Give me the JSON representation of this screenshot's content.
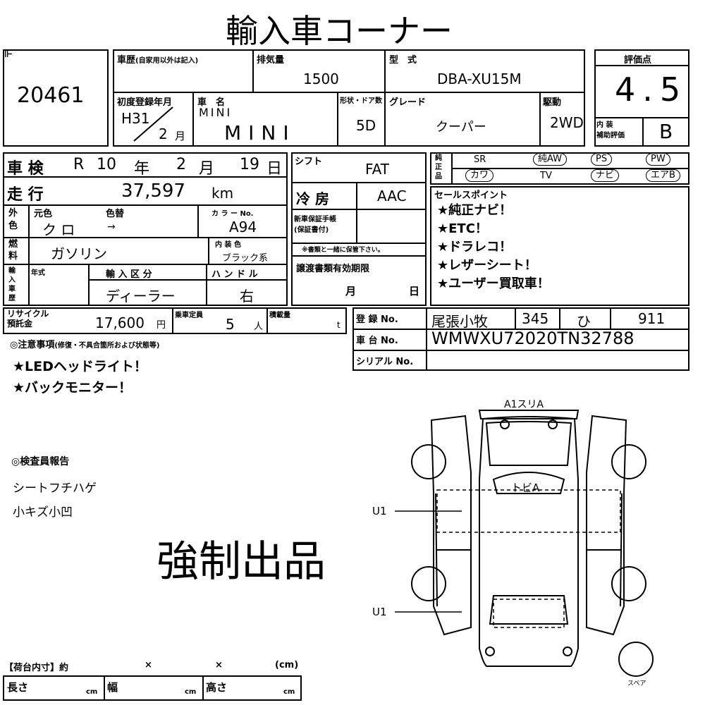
{
  "title": "輸入車コーナー",
  "lot": {
    "number": "20461"
  },
  "score": {
    "label": "評価点",
    "value": "4.5",
    "interior_label": "内 装\n補助評価",
    "interior_value": "B"
  },
  "history": {
    "label": "車歴",
    "note": "(自家用以外は記入)"
  },
  "displacement": {
    "label": "排気量",
    "value": "1500"
  },
  "model": {
    "label": "型　式",
    "value": "DBA-XU15M"
  },
  "first_reg": {
    "label": "初度登録年月",
    "year": "H31",
    "month_unit": "月",
    "month": "2"
  },
  "car_name": {
    "label": "車　名",
    "maker": "MINI",
    "name": "MINI"
  },
  "doors": {
    "label": "形状・ドア数",
    "value": "5D"
  },
  "grade": {
    "label": "グレード",
    "value": "クーパー"
  },
  "drive": {
    "label": "駆動",
    "value": "2WD"
  },
  "inspection": {
    "label": "車 検",
    "era": "R",
    "year": "10",
    "year_unit": "年",
    "month": "2",
    "month_unit": "月",
    "day": "19",
    "day_unit": "日"
  },
  "shift": {
    "label": "シフト",
    "value": "FAT"
  },
  "mileage": {
    "label": "走 行",
    "value": "37,597",
    "unit": "km"
  },
  "ac": {
    "label": "冷 房",
    "value": "AAC"
  },
  "exterior": {
    "label": "外色",
    "orig_label": "元色",
    "change_label": "色替",
    "value": "ク ロ",
    "arrow": "→"
  },
  "color_no": {
    "label": "カ ラ ー No.",
    "value": "A94"
  },
  "fuel": {
    "label": "燃料",
    "value": "ガソリン"
  },
  "interior_color": {
    "label": "内 装 色",
    "value": "ブラック系"
  },
  "manual": {
    "label": "新車保証手帳\n(保証書付)",
    "note": "※書類と一緒に保管下さい。"
  },
  "import": {
    "label": "輸入車歴",
    "year_label": "年式",
    "type_label": "輸 入 区 分",
    "type_value": "ディーラー",
    "handle_label": "ハ ン ド ル",
    "handle_value": "右"
  },
  "transfer": {
    "label": "譲渡書類有効期限",
    "month": "月",
    "day": "日"
  },
  "genuine": {
    "label": "純正品",
    "items": [
      "SR",
      "純AW",
      "PS",
      "PW",
      "カワ",
      "TV",
      "ナビ",
      "エアB"
    ]
  },
  "selling_points": {
    "label": "セールスポイント",
    "items": [
      "★純正ナビ！",
      "★ETC！",
      "★ドラレコ！",
      "★レザーシート！",
      "★ユーザー買取車！"
    ]
  },
  "recycle": {
    "label": "リサイクル\n預託金",
    "value": "17,600",
    "unit": "円"
  },
  "capacity": {
    "label": "乗車定員",
    "value": "5",
    "unit": "人"
  },
  "load": {
    "label": "積載量",
    "unit": "t"
  },
  "registration": {
    "label": "登 録 No.",
    "place": "尾張小牧",
    "class": "345",
    "kana": "ひ",
    "number": "911"
  },
  "chassis": {
    "label": "車 台 No.",
    "value": "WMWXU72020TN32788"
  },
  "serial": {
    "label": "シリアル No."
  },
  "notes": {
    "label": "◎注意事項",
    "sub": "(修復・不具合箇所および状態等)",
    "items": [
      "★LEDヘッドライト！",
      "★バックモニター！"
    ]
  },
  "inspector": {
    "label": "◎検査員報告",
    "items": [
      "シートフチハゲ",
      "小キズ小凹"
    ]
  },
  "forced": {
    "value": "強制出品"
  },
  "diagram": {
    "front": "A1スリA",
    "roof": "トビA",
    "u1a": "U1",
    "u1b": "U1",
    "spare": "スペア"
  },
  "cargo": {
    "label": "【荷台内寸】約",
    "x1": "×",
    "x2": "×",
    "unit": "(cm)",
    "length": "長さ",
    "width": "幅",
    "height": "高さ",
    "cm": "cm"
  }
}
